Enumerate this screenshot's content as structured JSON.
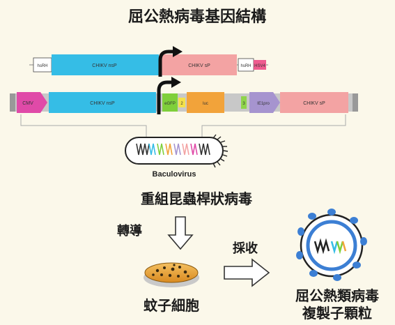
{
  "title": "屈公熱病毒基因結構",
  "construct1": {
    "left_box": "hsRH",
    "nsp": "CHIKV nsP",
    "sp": "CHIKV sP",
    "right_box": "hsRH",
    "tag": "HSV4"
  },
  "construct2": {
    "cmv": "CMV",
    "nsp": "CHIKV nsP",
    "egfp": "eGFP",
    "two": "2",
    "luc": "luc",
    "small": "3",
    "ie": "IE1pro",
    "sp": "CHIKV sP"
  },
  "baculovirus_label": "Baculovirus",
  "recombinant_label": "重組昆蟲桿狀病毒",
  "transduction_label": "轉導",
  "mosquito_cells_label": "蚊子細胞",
  "harvest_label": "採收",
  "virus_particles_label_line1": "屈公熱類病毒",
  "virus_particles_label_line2": "複製子顆粒",
  "colors": {
    "nsp_cyan": "#35bde6",
    "sp_pink": "#f3a3a3",
    "cmv_magenta": "#e04aa8",
    "egfp_green": "#7fcf3a",
    "luc_orange": "#f2a33a",
    "ie_lavender": "#a694cf",
    "petri_orange": "#e8a43a",
    "virus_blue": "#3c7fd4",
    "background": "#fbf8ea"
  }
}
